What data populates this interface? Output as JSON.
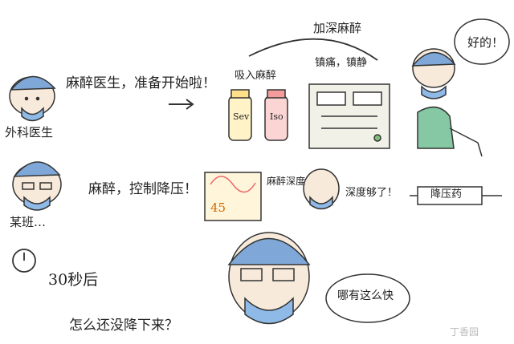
{
  "captions": {
    "surgeon_speech": "麻醉医生，准备开始啦！",
    "surgeon_label": "外科医生",
    "gas_label": "吸入麻醉",
    "deepen_label": "加深麻醉",
    "drug_label": "镇痛，镇静",
    "drug_vial_1": "Sev",
    "drug_vial_2": "Iso",
    "confirm_bubble": "好的！",
    "fellow_label": "某班…",
    "fellow_speech": "麻醉，控制降压！",
    "monitor_value": "45",
    "monitor_label": "麻醉深度",
    "depth_bubble": "深度够了！",
    "syringe_label": "降压药",
    "timer_label": "30秒后",
    "complaint": "怎么还没降下来？",
    "reply_bubble": "哪有这么快"
  },
  "watermark": "丁香园"
}
